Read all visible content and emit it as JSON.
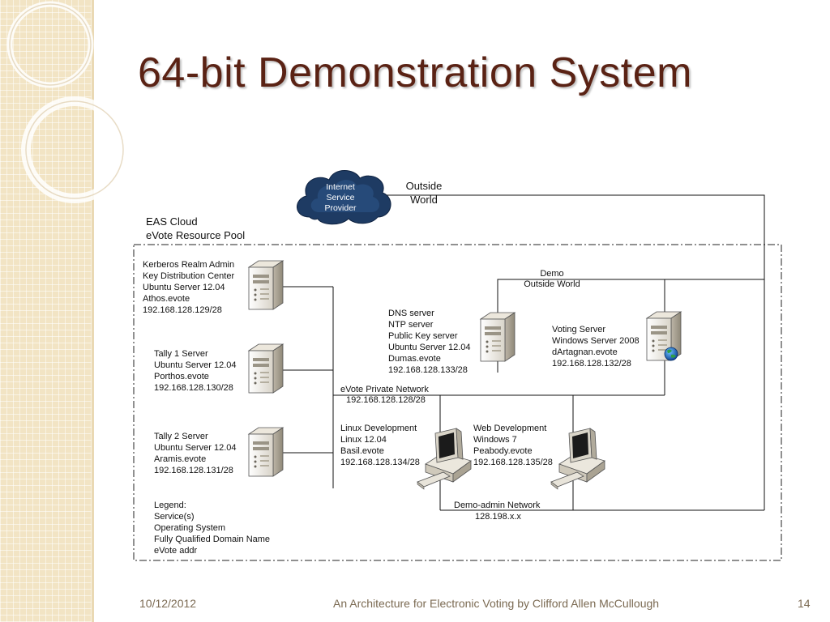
{
  "slide": {
    "title": "64-bit Demonstration System"
  },
  "diagram": {
    "cloud": {
      "lines": [
        "Internet",
        "Service",
        "Provider"
      ]
    },
    "outside_world": [
      "Outside",
      "World"
    ],
    "cloud_pool": [
      "EAS Cloud",
      "eVote Resource Pool"
    ],
    "servers": [
      {
        "id": "athos",
        "lines": [
          "Kerberos Realm Admin",
          "Key Distribution Center",
          "Ubuntu Server 12.04",
          "Athos.evote",
          "192.168.128.129/28"
        ]
      },
      {
        "id": "porthos",
        "lines": [
          "Tally 1 Server",
          "Ubuntu Server 12.04",
          "Porthos.evote",
          "192.168.128.130/28"
        ]
      },
      {
        "id": "aramis",
        "lines": [
          "Tally 2 Server",
          "Ubuntu Server 12.04",
          "Aramis.evote",
          "192.168.128.131/28"
        ]
      },
      {
        "id": "dumas",
        "lines": [
          "DNS server",
          "NTP server",
          "Public Key server",
          "Ubuntu Server 12.04",
          "Dumas.evote",
          "192.168.128.133/28"
        ]
      },
      {
        "id": "dartagnan",
        "lines": [
          "Voting Server",
          "Windows Server 2008",
          "dArtagnan.evote",
          "192.168.128.132/28"
        ]
      }
    ],
    "workstations": [
      {
        "id": "basil",
        "lines": [
          "Linux Development",
          "Linux 12.04",
          "Basil.evote",
          "192.168.128.134/28"
        ]
      },
      {
        "id": "peabody",
        "lines": [
          "Web Development",
          "Windows 7",
          "Peabody.evote",
          "192.168.128.135/28"
        ]
      }
    ],
    "networks": {
      "demo_outside": [
        "Demo",
        "Outside World"
      ],
      "private": [
        "eVote Private Network",
        "192.168.128.128/28"
      ],
      "demo_admin": [
        "Demo-admin Network",
        "128.198.x.x"
      ]
    },
    "legend": [
      "Legend:",
      "Service(s)",
      "Operating System",
      "Fully Qualified Domain Name",
      "eVote addr"
    ]
  },
  "footer": {
    "date": "10/12/2012",
    "caption": "An Architecture for Electronic Voting by Clifford Allen McCullough",
    "page": "14"
  },
  "colors": {
    "title": "#5a2214",
    "footer": "#7b6a52",
    "sidebar": "#f2e4c4",
    "cloud": "#1c3c66"
  }
}
